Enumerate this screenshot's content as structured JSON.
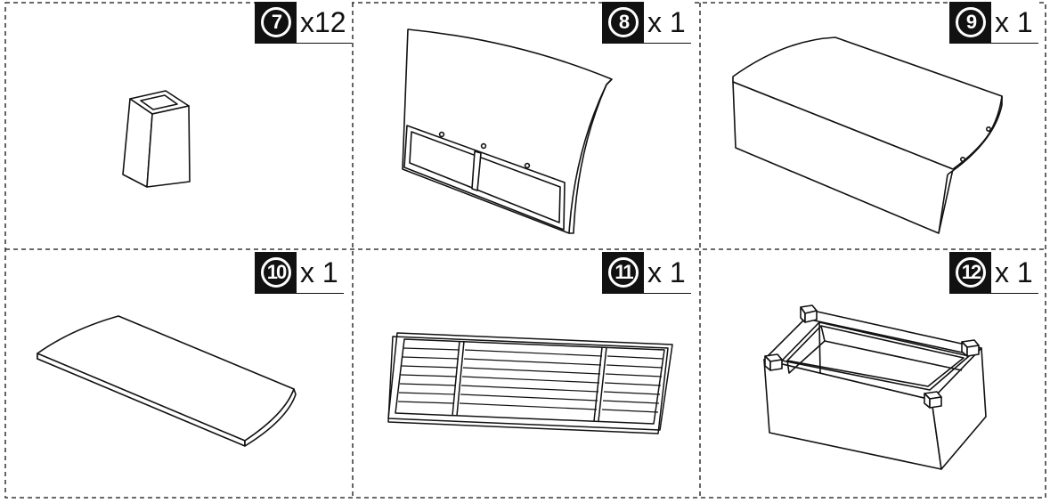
{
  "parts": [
    {
      "number": "7",
      "quantity": "x12",
      "part_icon": "tapered-leg-block-icon"
    },
    {
      "number": "8",
      "quantity": "x 1",
      "part_icon": "curved-back-panel-icon"
    },
    {
      "number": "9",
      "quantity": "x 1",
      "part_icon": "curved-front-panel-icon"
    },
    {
      "number": "10",
      "quantity": "x 1",
      "part_icon": "curved-top-board-icon"
    },
    {
      "number": "11",
      "quantity": "x 1",
      "part_icon": "slatted-base-frame-icon"
    },
    {
      "number": "12",
      "quantity": "x 1",
      "part_icon": "open-box-frame-icon"
    }
  ],
  "colors": {
    "line": "#111111",
    "background": "#ffffff",
    "badge": "#111111"
  }
}
